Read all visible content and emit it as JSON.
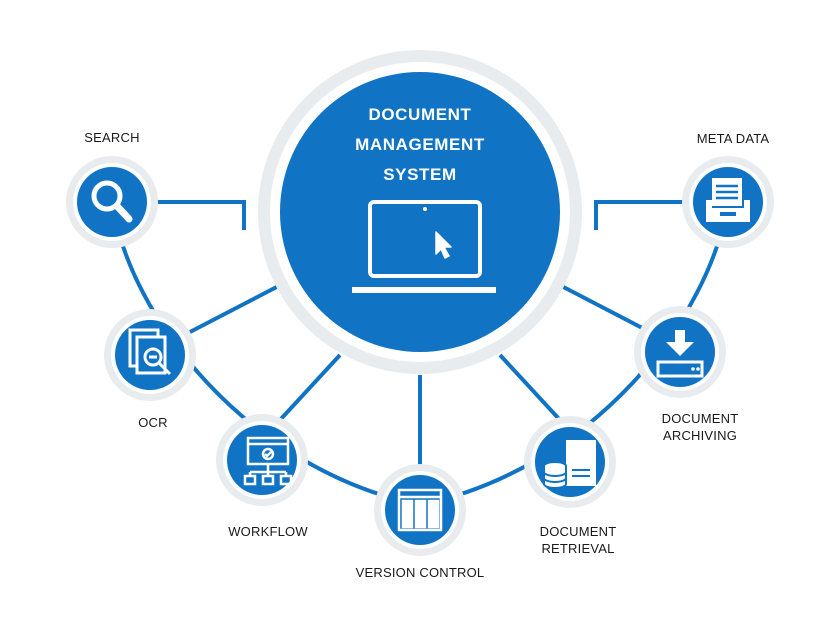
{
  "colors": {
    "primary": "#1173c4",
    "ring": "#e9ecef",
    "white": "#ffffff",
    "text": "#1a1a1a"
  },
  "center": {
    "title_lines": [
      "DOCUMENT",
      "MANAGEMENT",
      "SYSTEM"
    ],
    "icon": "laptop-cursor-icon"
  },
  "nodes": [
    {
      "id": "search",
      "lines": [
        "SEARCH"
      ],
      "icon": "magnifier-icon"
    },
    {
      "id": "ocr",
      "lines": [
        "OCR"
      ],
      "icon": "document-scan-icon"
    },
    {
      "id": "workflow",
      "lines": [
        "WORKFLOW"
      ],
      "icon": "workflow-chart-icon"
    },
    {
      "id": "version-control",
      "lines": [
        "VERSION CONTROL"
      ],
      "icon": "table-grid-icon"
    },
    {
      "id": "document-retrieval",
      "lines": [
        "DOCUMENT",
        "RETRIEVAL"
      ],
      "icon": "server-database-icon"
    },
    {
      "id": "document-archiving",
      "lines": [
        "DOCUMENT",
        "ARCHIVING"
      ],
      "icon": "download-archive-icon"
    },
    {
      "id": "meta-data",
      "lines": [
        "META DATA"
      ],
      "icon": "file-tray-icon"
    }
  ]
}
